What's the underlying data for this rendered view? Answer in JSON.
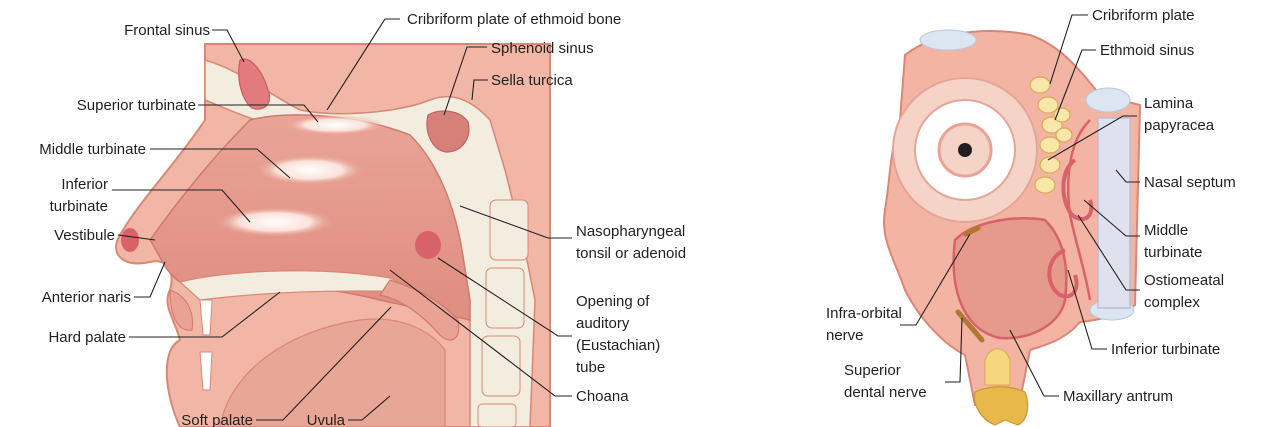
{
  "left_figure": {
    "labels": {
      "frontal_sinus": "Frontal sinus",
      "cribriform_plate": "Cribriform plate of ethmoid bone",
      "sphenoid_sinus": "Sphenoid sinus",
      "sella_turcica": "Sella turcica",
      "superior_turbinate": "Superior turbinate",
      "middle_turbinate": "Middle turbinate",
      "inferior_turbinate_1": "Inferior",
      "inferior_turbinate_2": "turbinate",
      "vestibule": "Vestibule",
      "anterior_naris": "Anterior naris",
      "hard_palate": "Hard palate",
      "soft_palate": "Soft palate",
      "uvula": "Uvula",
      "nasopharyngeal_1": "Nasopharyngeal",
      "nasopharyngeal_2": "tonsil or adenoid",
      "auditory_1": "Opening of",
      "auditory_2": "auditory",
      "auditory_3": "(Eustachian)",
      "auditory_4": "tube",
      "choana": "Choana"
    }
  },
  "right_figure": {
    "labels": {
      "cribriform_plate": "Cribriform plate",
      "ethmoid_sinus": "Ethmoid sinus",
      "lamina_1": "Lamina",
      "lamina_2": "papyracea",
      "nasal_septum": "Nasal septum",
      "middle_turbinate_1": "Middle",
      "middle_turbinate_2": "turbinate",
      "ostiomeatal_1": "Ostiomeatal",
      "ostiomeatal_2": "complex",
      "inferior_turbinate": "Inferior turbinate",
      "infraorbital_1": "Infra-orbital",
      "infraorbital_2": "nerve",
      "superior_dental_1": "Superior",
      "superior_dental_2": "dental nerve",
      "maxillary_antrum": "Maxillary antrum"
    }
  },
  "colors": {
    "tissue_light": "#f6c9b8",
    "tissue_mid": "#eea694",
    "tissue_dark": "#d98777",
    "mucosa_red": "#d94f5c",
    "bone": "#f3ede0",
    "cartilage": "#dce6f2",
    "tooth": "#e8b94a"
  }
}
